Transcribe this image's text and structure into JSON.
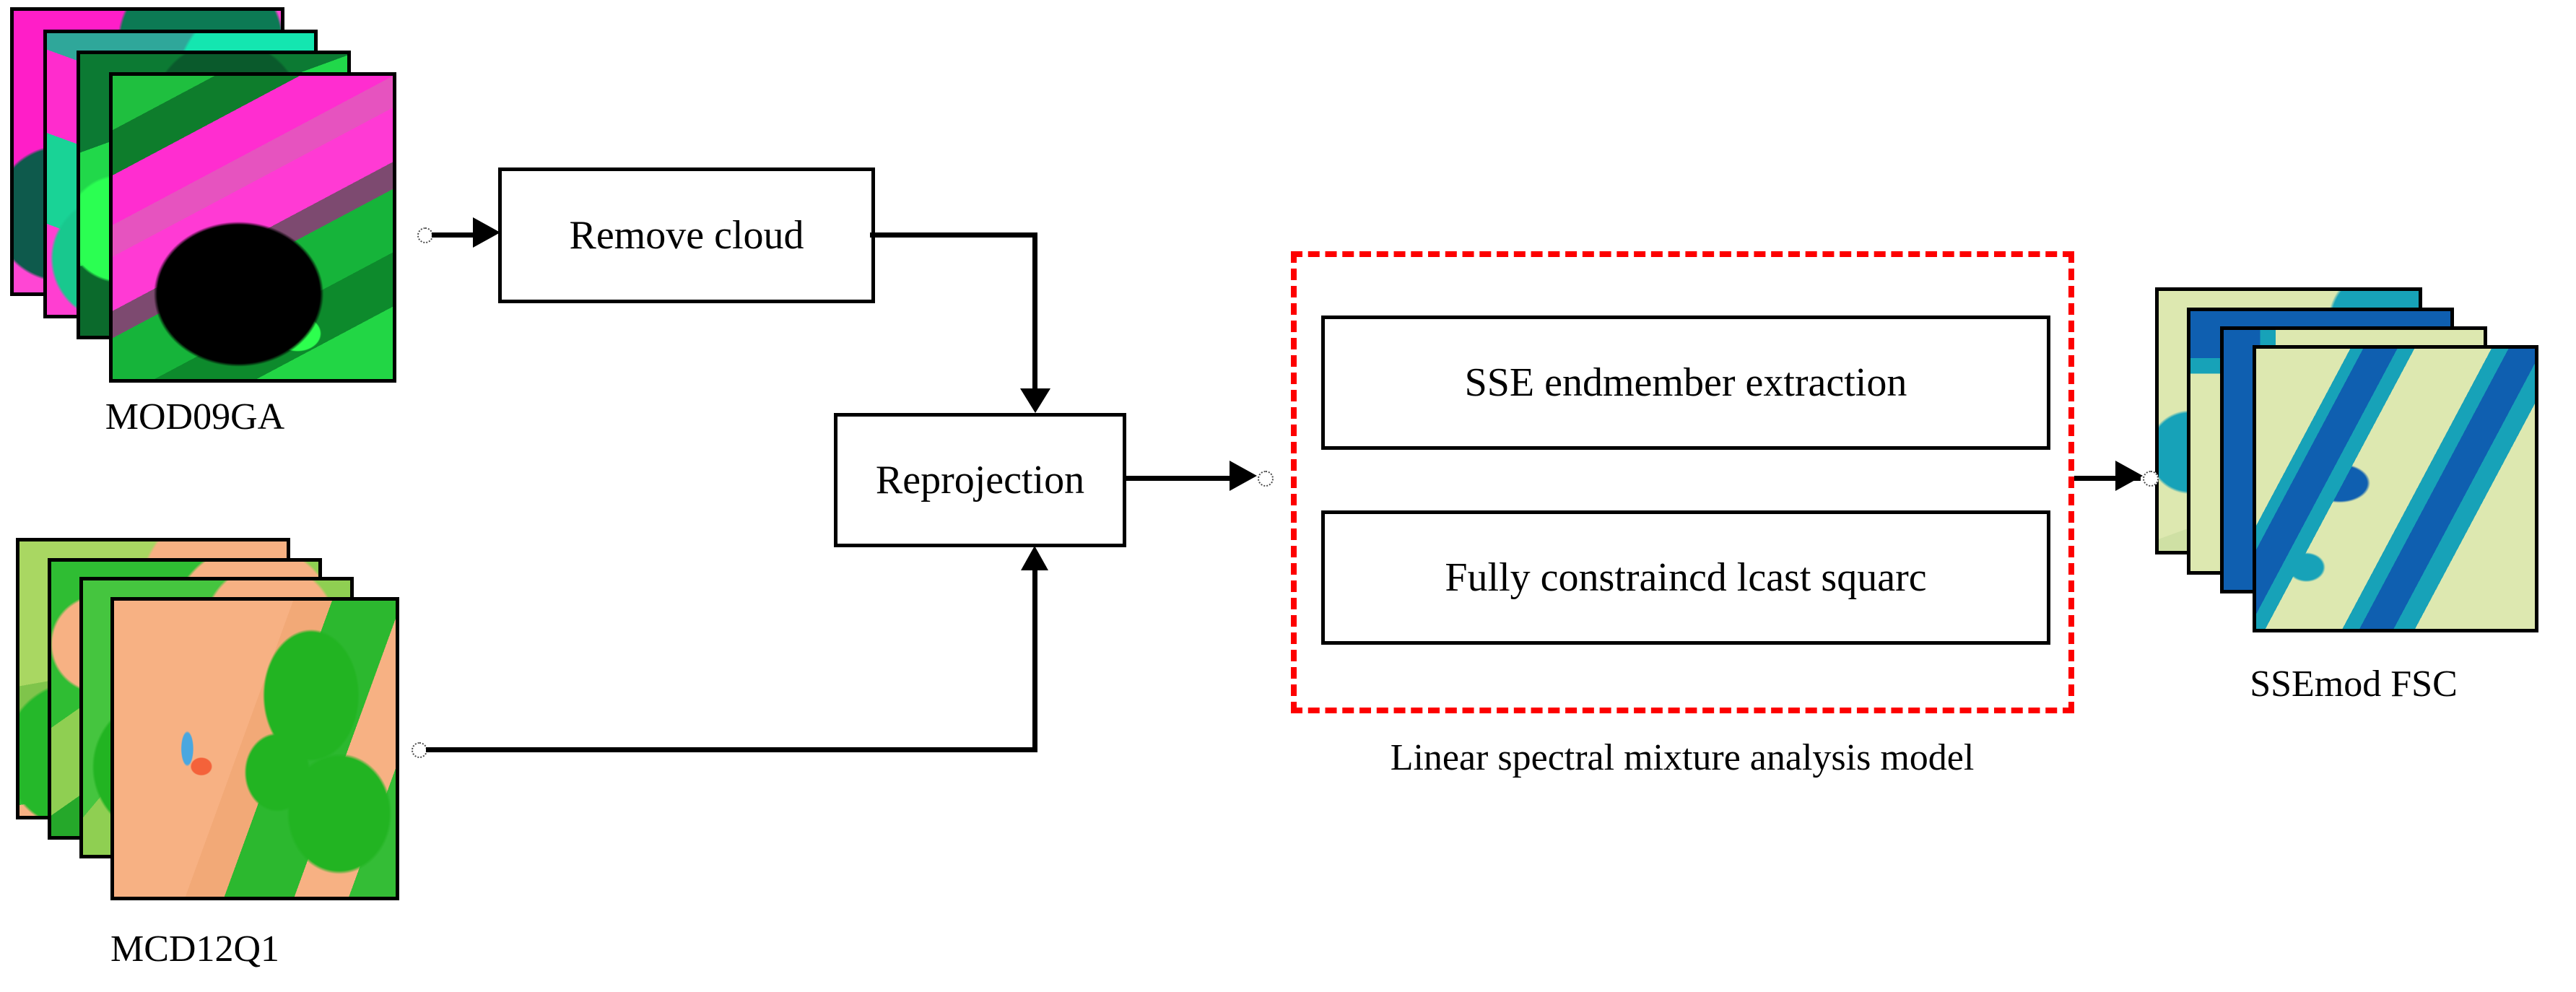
{
  "diagram": {
    "title": "SSEmod FSC linear spectral mixture analysis workflow",
    "background_color": "#ffffff",
    "line_color": "#000000",
    "dashed_group_color": "#fd0000"
  },
  "inputs": [
    {
      "id": "mod09ga",
      "caption": "MOD09GA",
      "stack_count": 4,
      "palette": [
        "#ff22c8",
        "#00d26a",
        "#00a890",
        "#000000"
      ]
    },
    {
      "id": "mcd12q1",
      "caption": "MCD12Q1",
      "stack_count": 4,
      "palette": [
        "#f7b183",
        "#22b422",
        "#a9d762",
        "#4aa7e0",
        "#f4623a"
      ]
    }
  ],
  "outputs": [
    {
      "id": "ssemod_fsc",
      "caption": "SSEmod FSC",
      "stack_count": 4,
      "palette": [
        "#dde8b0",
        "#17a2b8",
        "#0f5fb0"
      ]
    }
  ],
  "process_boxes": [
    {
      "id": "remove-cloud",
      "label": "Remove cloud"
    },
    {
      "id": "reprojection",
      "label": "Reprojection"
    },
    {
      "id": "sse-endmember-extraction",
      "label": "SSE endmember extraction"
    },
    {
      "id": "fully-constrained-least-square",
      "label": "Fully constraincd lcast squarc"
    }
  ],
  "group": {
    "id": "lsma-group",
    "caption": "Linear spectral mixture analysis model",
    "border_style": "dashed",
    "border_color": "#fd0000"
  },
  "connections": [
    {
      "id": "mod09ga-to-remove-cloud",
      "from": "mod09ga",
      "to": "remove-cloud",
      "arrow": "right"
    },
    {
      "id": "remove-cloud-to-reprojection",
      "from": "remove-cloud",
      "to": "reprojection",
      "arrow": "down"
    },
    {
      "id": "mcd12q1-to-reprojection",
      "from": "mcd12q1",
      "to": "reprojection",
      "arrow": "up"
    },
    {
      "id": "reprojection-to-lsma-group",
      "from": "reprojection",
      "to": "lsma-group",
      "arrow": "right"
    },
    {
      "id": "lsma-group-to-ssemod-fsc",
      "from": "lsma-group",
      "to": "ssemod_fsc",
      "arrow": "right"
    }
  ]
}
